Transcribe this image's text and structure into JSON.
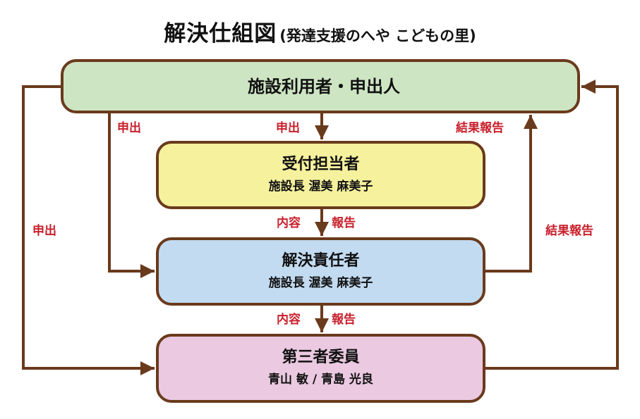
{
  "title": {
    "main": "解決仕組図",
    "sub": "(発達支援のへや こどもの里)"
  },
  "colors": {
    "stroke": "#6a3a1c",
    "label": "#c8202c",
    "users_fill": "#cde5c3",
    "reception_fill": "#f5f19d",
    "resolver_fill": "#c2dbf1",
    "third_party_fill": "#eac9e1"
  },
  "nodes": {
    "users": {
      "role": "施設利用者・申出人"
    },
    "reception": {
      "role": "受付担当者",
      "names": "施設長 渥美 麻美子"
    },
    "resolver": {
      "role": "解決責任者",
      "names": "施設長 渥美 麻美子"
    },
    "third_party": {
      "role": "第三者委員",
      "names": "青山 敏 / 青島 光良"
    }
  },
  "edge_labels": {
    "users_to_reception": "申出",
    "users_to_resolver": "申出",
    "users_to_third_party": "申出",
    "reception_to_resolver_left": "内容",
    "reception_to_resolver_right": "報告",
    "resolver_to_third_left": "内容",
    "resolver_to_third_right": "報告",
    "resolver_to_users": "結果報告",
    "third_to_users": "結果報告"
  }
}
